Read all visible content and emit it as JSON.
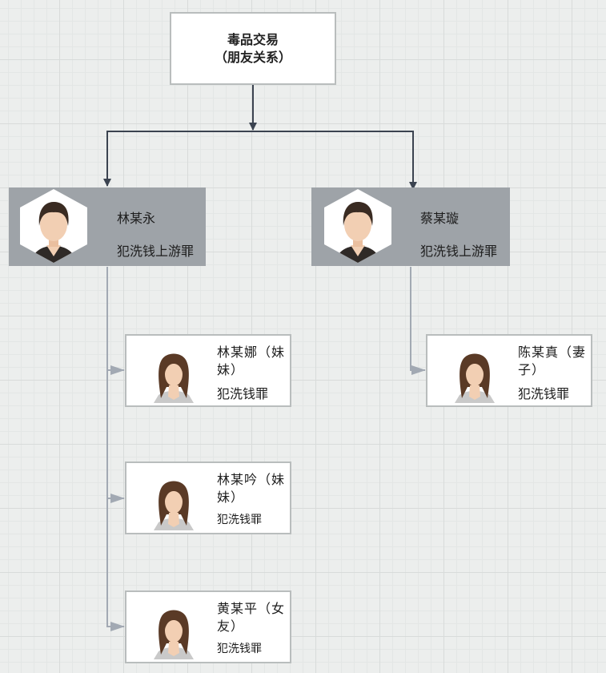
{
  "root": {
    "line1": "毒品交易",
    "line2": "（朋友关系）"
  },
  "principals": [
    {
      "name": "林某永",
      "crime": "犯洗钱上游罪"
    },
    {
      "name": "蔡某璇",
      "crime": "犯洗钱上游罪"
    }
  ],
  "members": [
    {
      "name": "林某娜（妹妹）",
      "crime": "犯洗钱罪"
    },
    {
      "name": "林某吟（妹妹）",
      "crime": "犯洗钱罪"
    },
    {
      "name": "黄某平（女友）",
      "crime": "犯洗钱罪"
    },
    {
      "name": "陈某真（妻子）",
      "crime": "犯洗钱罪"
    }
  ],
  "colors": {
    "principal_bg": "#9ea3a8",
    "dark_connector": "#3b4350",
    "light_connector": "#a2a9b3",
    "skin": "#f2cfb3",
    "hair": "#3a2b22"
  }
}
